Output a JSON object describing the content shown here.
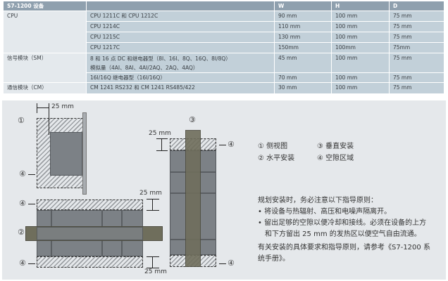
{
  "table": {
    "headers": [
      "S7-1200 设备",
      "",
      "W",
      "H",
      "D"
    ],
    "rows": [
      {
        "group": "CPU",
        "model": "CPU 1211C 和 CPU 1212C",
        "w": "90 mm",
        "h": "100 mm",
        "d": "75 mm"
      },
      {
        "group": "",
        "model": "CPU 1214C",
        "w": "110 mm",
        "h": "100 mm",
        "d": "75 mm"
      },
      {
        "group": "",
        "model": "CPU 1215C",
        "w": "130 mm",
        "h": "100 mm",
        "d": "75 mm"
      },
      {
        "group": "",
        "model": "CPU 1217C",
        "w": "150mm",
        "h": "100mm",
        "d": "75mm"
      },
      {
        "group": "信号模块（SM）",
        "model": "8 和 16 点 DC 和继电器型（8I、16I、8Q、16Q、8I/8Q）",
        "model2": "模拟量（4AI、8AI、4AI/2AQ、2AQ、4AQ）",
        "w": "45 mm",
        "h": "100 mm",
        "d": "75 mm"
      },
      {
        "group": "",
        "model": "16I/16Q 继电器型（16I/16Q）",
        "w": "70 mm",
        "h": "100 mm",
        "d": "75 mm"
      },
      {
        "group": "通信模块（CM）",
        "model": "CM 1241 RS232 和 CM 1241 RS485/422",
        "w": "30 mm",
        "h": "100 mm",
        "d": "75 mm"
      }
    ]
  },
  "diagram": {
    "markers": {
      "m1": "①",
      "m2": "②",
      "m3": "③",
      "m4": "④"
    },
    "dim": "25 mm"
  },
  "legend": [
    {
      "num": "①",
      "label": "侧视图"
    },
    {
      "num": "③",
      "label": "垂直安装"
    },
    {
      "num": "②",
      "label": "水平安装"
    },
    {
      "num": "④",
      "label": "空隙区域"
    }
  ],
  "guidelines": {
    "intro": "规划安装时，务必注意以下指导原则：",
    "bullets": [
      "将设备与热辐射、高压和电噪声隔离开。",
      "留出足够的空隙以便冷却和接线。必须在设备的上方",
      "和下方留出 25 mm 的发热区以便空气自由流通。"
    ],
    "note1": "有关安装的具体要求和指导原则，请参考《S7-1200 系",
    "note2": "统手册》。"
  }
}
